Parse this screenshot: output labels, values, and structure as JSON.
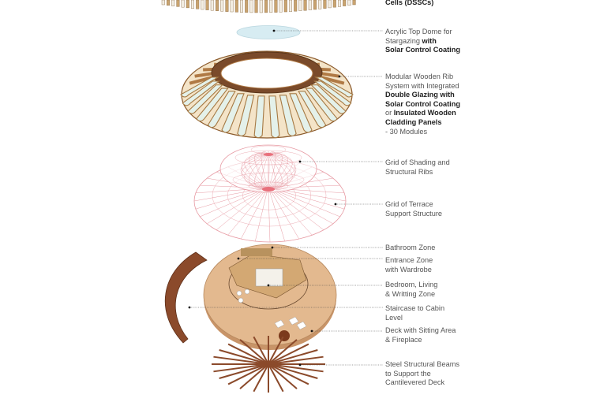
{
  "colors": {
    "wood": "#8b4a2b",
    "deck": "#e3b98f",
    "wireframe": "#e79aa3",
    "glass": "#e4f1ea",
    "dome": "#d7ecf2",
    "leader": "#444444"
  },
  "labels": [
    {
      "id": "dssc",
      "lines": [
        [
          {
            "t": "Cells (DSSCs)",
            "b": true
          }
        ]
      ]
    },
    {
      "id": "acrylic-dome",
      "lines": [
        [
          {
            "t": "Acrylic Top Dome for",
            "b": false
          }
        ],
        [
          {
            "t": "Stargazing ",
            "b": false
          },
          {
            "t": "with",
            "b": true
          }
        ],
        [
          {
            "t": "Solar Control Coating",
            "b": true
          }
        ]
      ]
    },
    {
      "id": "rib-system",
      "lines": [
        [
          {
            "t": "Modular Wooden Rib",
            "b": false
          }
        ],
        [
          {
            "t": "System with Integrated",
            "b": false
          }
        ],
        [
          {
            "t": "Double Glazing with",
            "b": true
          }
        ],
        [
          {
            "t": "Solar Control Coating",
            "b": true
          }
        ],
        [
          {
            "t": "or ",
            "b": false
          },
          {
            "t": "Insulated Wooden",
            "b": true
          }
        ],
        [
          {
            "t": "Cladding Panels",
            "b": true
          }
        ],
        [
          {
            "t": "- 30 Modules",
            "b": false
          }
        ]
      ]
    },
    {
      "id": "shading-grid",
      "lines": [
        [
          {
            "t": "Grid of Shading and",
            "b": false
          }
        ],
        [
          {
            "t": "Structural Ribs",
            "b": false
          }
        ]
      ]
    },
    {
      "id": "terrace-grid",
      "lines": [
        [
          {
            "t": "Grid of Terrace",
            "b": false
          }
        ],
        [
          {
            "t": "Support Structure",
            "b": false
          }
        ]
      ]
    },
    {
      "id": "bathroom",
      "lines": [
        [
          {
            "t": "Bathroom Zone",
            "b": false
          }
        ]
      ]
    },
    {
      "id": "entrance",
      "lines": [
        [
          {
            "t": "Entrance Zone",
            "b": false
          }
        ],
        [
          {
            "t": "with Wardrobe",
            "b": false
          }
        ]
      ]
    },
    {
      "id": "bedroom",
      "lines": [
        [
          {
            "t": "Bedroom, Living",
            "b": false
          }
        ],
        [
          {
            "t": "& Writting Zone",
            "b": false
          }
        ]
      ]
    },
    {
      "id": "staircase",
      "lines": [
        [
          {
            "t": "Staircase to Cabin",
            "b": false
          }
        ],
        [
          {
            "t": "Level",
            "b": false
          }
        ]
      ]
    },
    {
      "id": "deck",
      "lines": [
        [
          {
            "t": "Deck with Sitting Area",
            "b": false
          }
        ],
        [
          {
            "t": "& Fireplace",
            "b": false
          }
        ]
      ]
    },
    {
      "id": "steel-beams",
      "lines": [
        [
          {
            "t": "Steel Structural Beams",
            "b": false
          }
        ],
        [
          {
            "t": "to Support the",
            "b": false
          }
        ],
        [
          {
            "t": "Cantilevered  Deck",
            "b": false
          }
        ]
      ]
    }
  ]
}
